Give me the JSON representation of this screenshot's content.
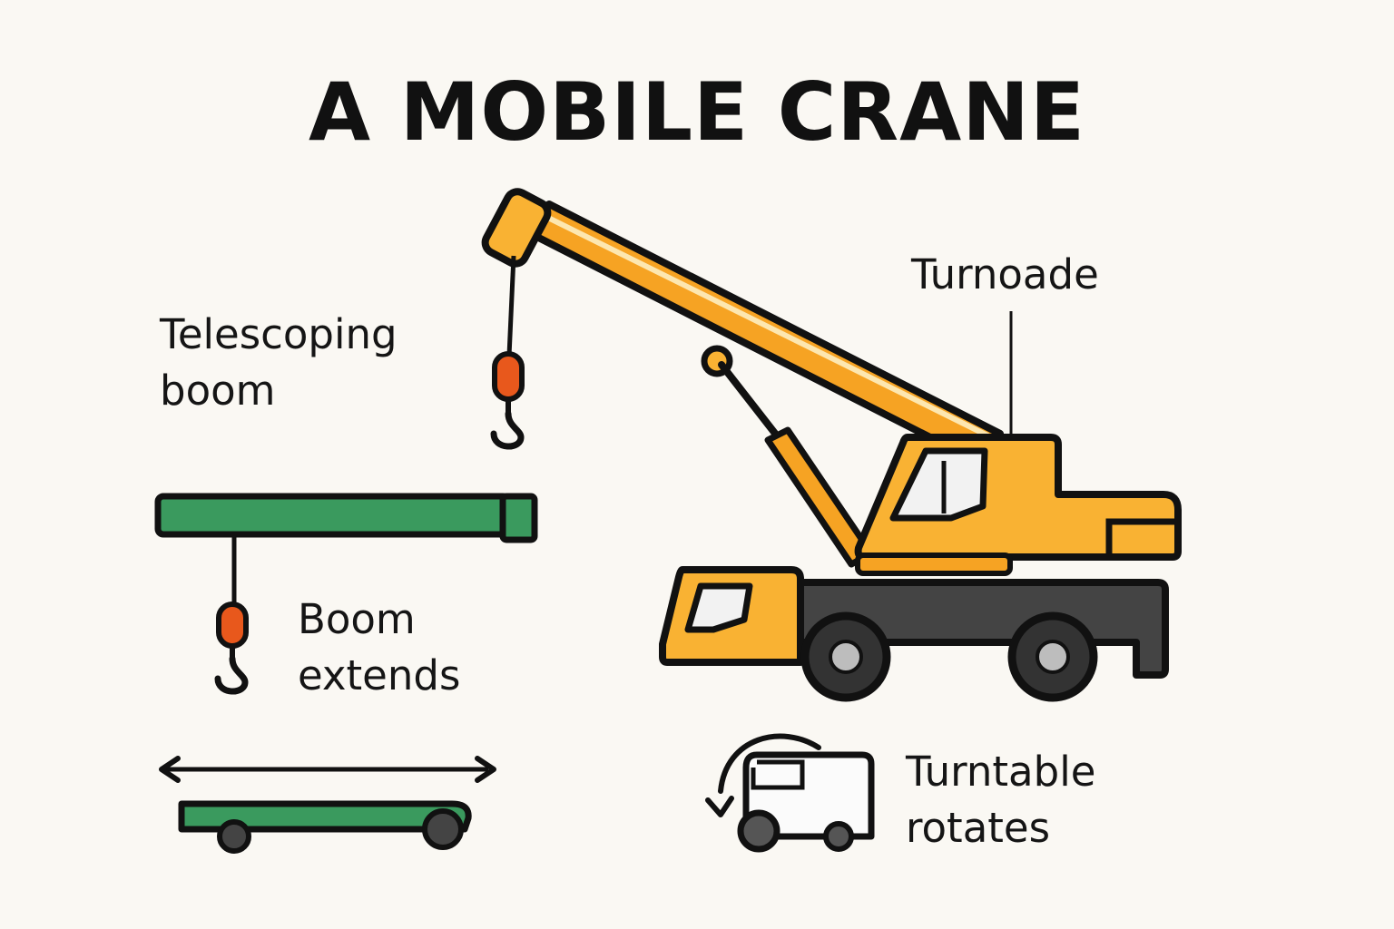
{
  "title": "A MOBILE CRANE",
  "labels": {
    "telescoping_boom": [
      "Telescoping",
      "boom"
    ],
    "boom_extends": [
      "Boom",
      "extends"
    ],
    "turnoade": "Turnoade",
    "turntable_rotates": [
      "Turntable",
      "rotates"
    ]
  },
  "colors": {
    "background": "#faf8f3",
    "crane_yellow": "#f9b233",
    "crane_orange": "#f6a323",
    "boom_green": "#3a9a5e",
    "hook_orange": "#e8581c",
    "chassis_dark": "#444444",
    "outline": "#111111"
  },
  "icons": {
    "hook": "hook-icon",
    "rotate": "rotate-arrow-icon",
    "extend": "double-arrow-icon",
    "wheel": "wheel-icon"
  }
}
